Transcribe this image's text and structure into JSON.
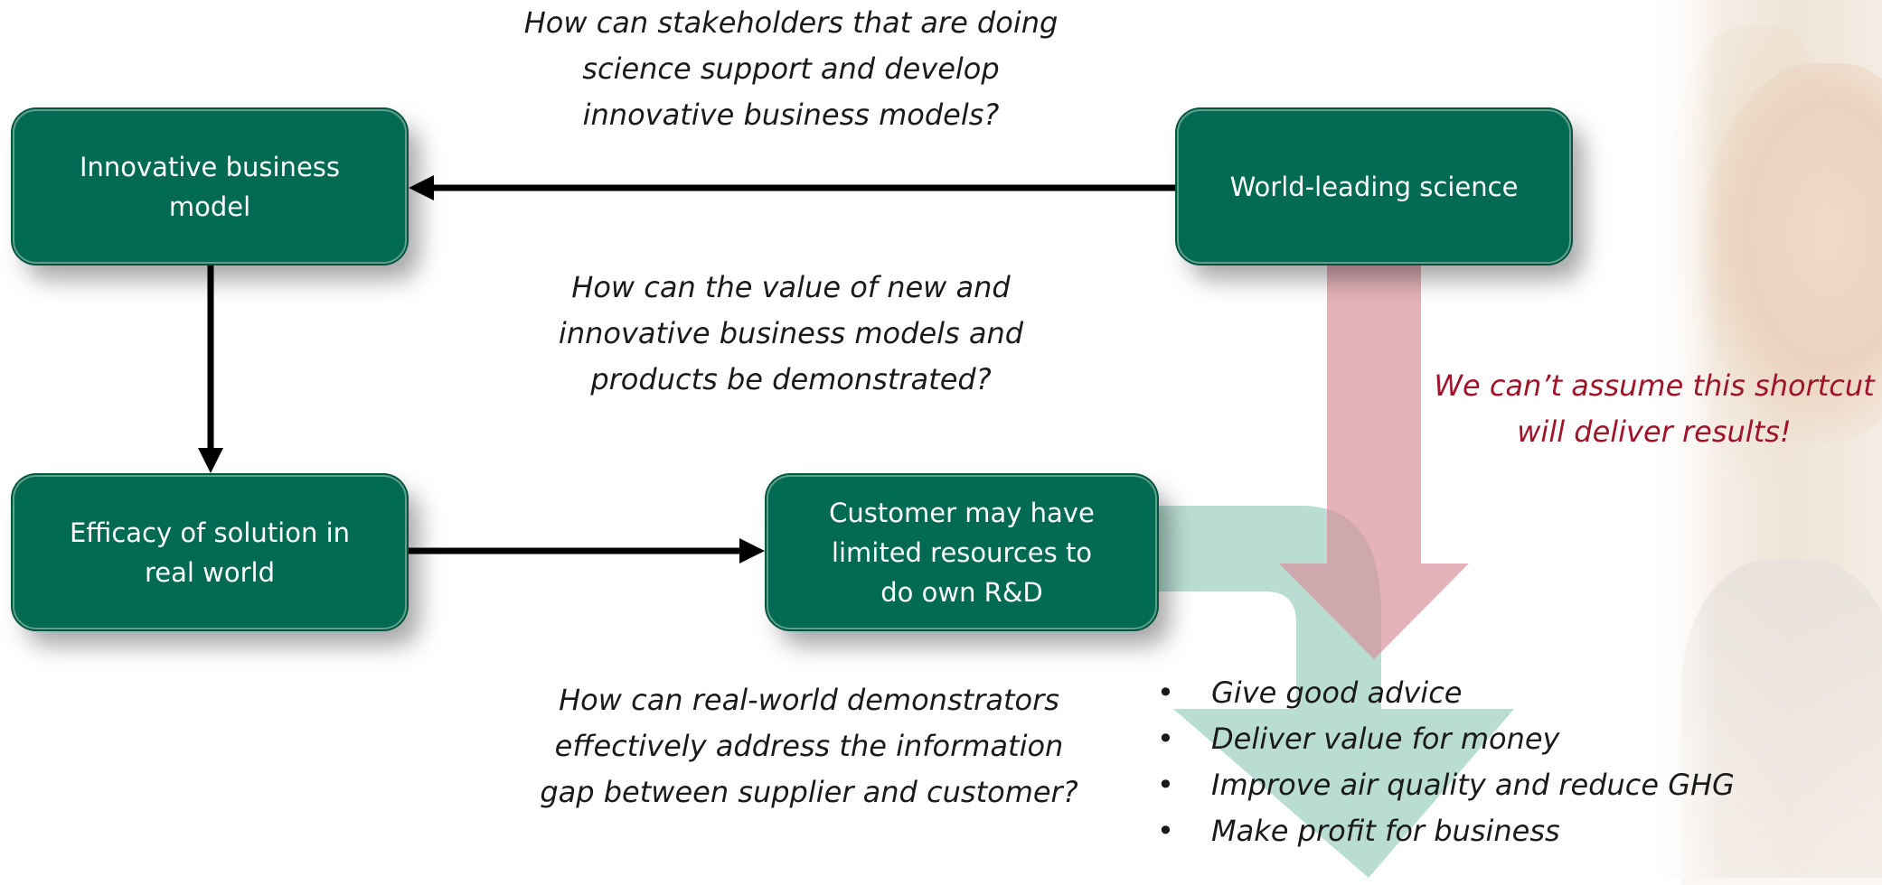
{
  "boxes": {
    "innovative_model": "Innovative business model",
    "world_science": "World-leading science",
    "efficacy": "Efficacy of solution in real world",
    "customer": "Customer may have limited resources to do own R&D"
  },
  "questions": {
    "stakeholders": "How can stakeholders that are doing science support and develop innovative business models?",
    "value": "How can the value of new and innovative business models and products be demonstrated?",
    "demonstrators": "How can real-world demonstrators effectively address the information gap between supplier and customer?"
  },
  "warning": "We can’t assume this shortcut will deliver results!",
  "outcomes": [
    "Give good advice",
    "Deliver value for money",
    "Improve air quality and reduce GHG",
    "Make profit for business"
  ],
  "colors": {
    "box_fill": "#006a52",
    "warning_text": "#a0142a",
    "pink_arrow": "#d9919d",
    "teal_arrow": "#9ccfc0"
  }
}
